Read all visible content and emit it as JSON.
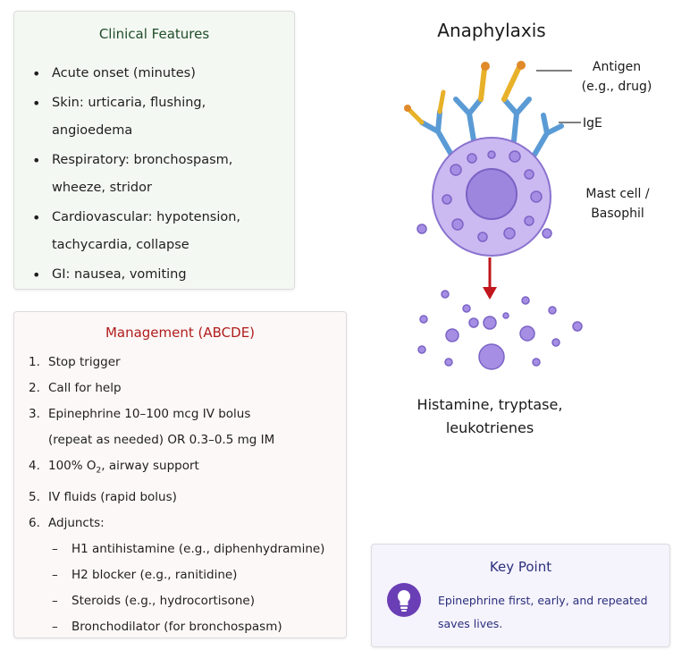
{
  "clinical": {
    "title": "Clinical Features",
    "items": [
      "Acute onset (minutes)",
      "Skin: urticaria, flushing, angioedema",
      "Respiratory: bronchospasm, wheeze, stridor",
      "Cardiovascular: hypotension, tachycardia, collapse",
      "GI: nausea, vomiting"
    ]
  },
  "management": {
    "title": "Management (ABCDE)",
    "steps": [
      {
        "num": "1.",
        "text": "Stop trigger"
      },
      {
        "num": "2.",
        "text": "Call for help"
      },
      {
        "num": "3.",
        "text": "Epinephrine 10–100 mcg IV bolus",
        "cont": "(repeat as needed) OR 0.3–0.5 mg IM"
      },
      {
        "num": "4.",
        "text_pre": "100% O",
        "text_sub": "2",
        "text_post": ", airway support"
      },
      {
        "num": "5.",
        "text": "IV fluids (rapid bolus)"
      },
      {
        "num": "6.",
        "text": "Adjuncts:"
      }
    ],
    "adjuncts": [
      "H1 antihistamine (e.g., diphenhydramine)",
      "H2 blocker (e.g., ranitidine)",
      "Steroids (e.g., hydrocortisone)",
      "Bronchodilator (for bronchospasm)"
    ],
    "dash": "–"
  },
  "diagram": {
    "title": "Anaphylaxis",
    "antigen_label_1": "Antigen",
    "antigen_label_2": "(e.g., drug)",
    "ige_label": "IgE",
    "cell_label_1": "Mast cell /",
    "cell_label_2": "Basophil",
    "mediators_1": "Histamine, tryptase,",
    "mediators_2": "leukotrienes",
    "colors": {
      "cell": "#c9b8f0",
      "granule": "#8f74d8",
      "ige": "#5b9bd5",
      "antigen": "#e8b12a",
      "arrow": "#c0161c"
    }
  },
  "keypoint": {
    "title": "Key Point",
    "text": "Epinephrine first, early, and repeated saves lives.",
    "icon": "lightbulb-icon"
  }
}
